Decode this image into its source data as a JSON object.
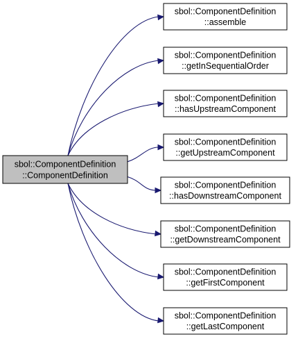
{
  "diagram": {
    "root": {
      "line1": "sbol::ComponentDefinition",
      "line2": "::ComponentDefinition",
      "fill": "#bfbfbf"
    },
    "callees": [
      {
        "line1": "sbol::ComponentDefinition",
        "line2": "::assemble"
      },
      {
        "line1": "sbol::ComponentDefinition",
        "line2": "::getInSequentialOrder"
      },
      {
        "line1": "sbol::ComponentDefinition",
        "line2": "::hasUpstreamComponent"
      },
      {
        "line1": "sbol::ComponentDefinition",
        "line2": "::getUpstreamComponent"
      },
      {
        "line1": "sbol::ComponentDefinition",
        "line2": "::hasDownstreamComponent"
      },
      {
        "line1": "sbol::ComponentDefinition",
        "line2": "::getDownstreamComponent"
      },
      {
        "line1": "sbol::ComponentDefinition",
        "line2": "::getFirstComponent"
      },
      {
        "line1": "sbol::ComponentDefinition",
        "line2": "::getLastComponent"
      }
    ],
    "colors": {
      "node_fill": "#ffffff",
      "node_border": "#000000",
      "edge": "#191970"
    }
  }
}
